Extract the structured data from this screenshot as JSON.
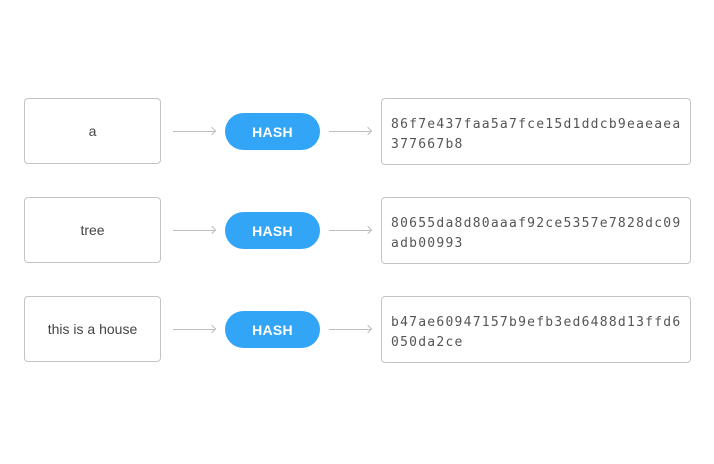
{
  "rows": [
    {
      "input": "a",
      "function_label": "HASH",
      "output": "86f7e437faa5a7fce15d1ddcb9eaeaea377667b8"
    },
    {
      "input": "tree",
      "function_label": "HASH",
      "output": "80655da8d80aaaf92ce5357e7828dc09adb00993"
    },
    {
      "input": "this is a house",
      "function_label": "HASH",
      "output": "b47ae60947157b9efb3ed6488d13ffd6050da2ce"
    }
  ],
  "colors": {
    "hash_pill": "#33a5f7",
    "border": "#c4c4c4",
    "arrow": "#bdbdbd"
  }
}
